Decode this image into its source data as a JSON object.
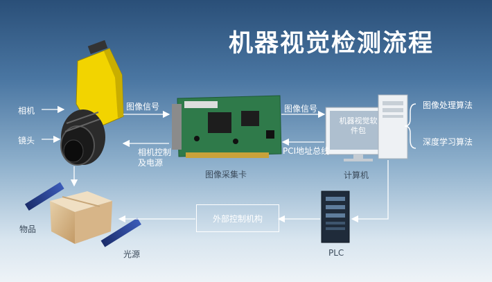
{
  "title": "机器视觉检测流程",
  "labels": {
    "camera": "相机",
    "lens": "镜头",
    "image_signal_left": "图像信号",
    "camera_control": "相机控制",
    "power": "及电源",
    "capture_card": "图像采集卡",
    "image_signal_right": "图像信号",
    "pci_bus": "PCI地址总线",
    "software": "机器视觉软件包",
    "computer": "计算机",
    "image_algo": "图像处理算法",
    "deep_algo": "深度学习算法",
    "plc": "PLC",
    "external_control": "外部控制机构",
    "object": "物品",
    "light": "光源"
  },
  "colors": {
    "camera_body": "#f2d400",
    "pcb": "#2f7a4a",
    "arrow": "#ffffff"
  }
}
